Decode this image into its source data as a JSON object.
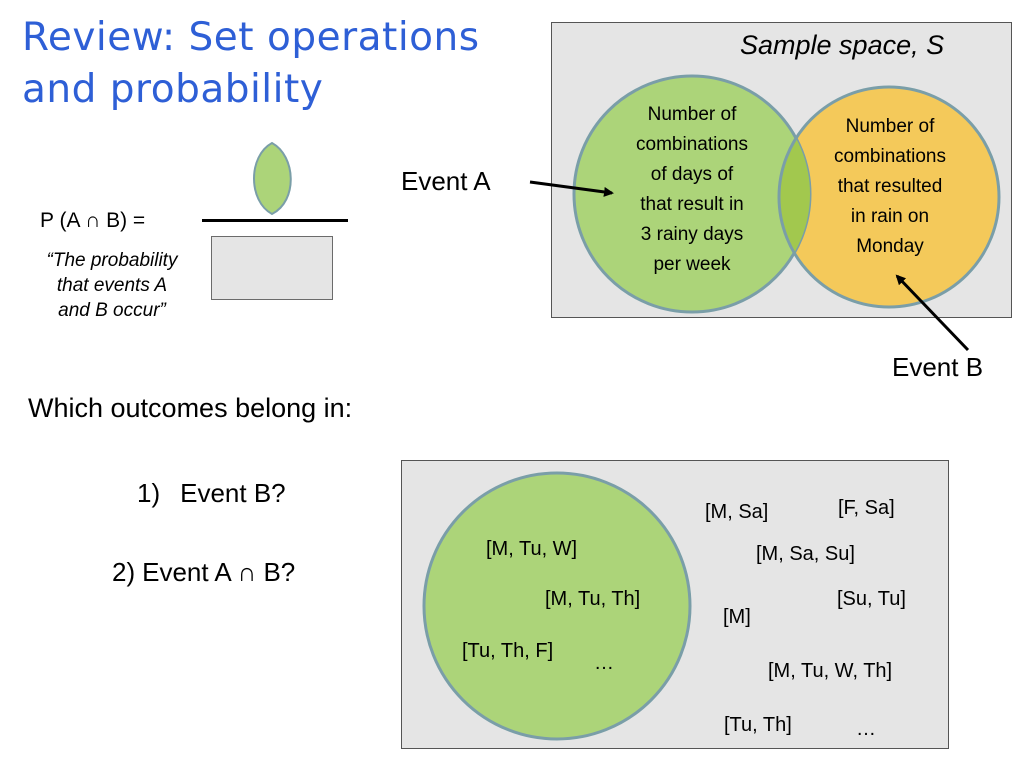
{
  "title": {
    "line1": "Review: Set operations",
    "line2": "and probability"
  },
  "formula": {
    "label": "P (A ∩ B) =",
    "quote_lines": [
      "“The probability",
      "that events A",
      "and B occur”"
    ]
  },
  "sample_space": {
    "label": "Sample space, S",
    "event_a": {
      "label": "Event A",
      "description_lines": [
        "Number of",
        "combinations",
        "of days of",
        "that result in",
        "3 rainy days",
        "per week"
      ]
    },
    "event_b": {
      "label": "Event B",
      "description_lines": [
        "Number of",
        "combinations",
        "that resulted",
        "in rain on",
        "Monday"
      ]
    }
  },
  "question": {
    "prompt": "Which outcomes belong in:",
    "items": [
      {
        "number": "1)",
        "text": "Event B?"
      },
      {
        "number": "2)",
        "text": "Event A ∩ B?"
      }
    ]
  },
  "outcomes": {
    "inside_circle": [
      "[M, Tu, W]",
      "[M, Tu, Th]",
      "[Tu, Th, F]",
      "…"
    ],
    "outside_circle": [
      "[M, Sa]",
      "[F, Sa]",
      "[M, Sa, Su]",
      "[Su, Tu]",
      "[M]",
      "[M, Tu, W, Th]",
      "[Tu, Th]",
      "…"
    ]
  },
  "colors": {
    "title": "#2e5fd6",
    "event_a_fill": "#acd479",
    "event_b_fill": "#f4c95a",
    "intersection_fill": "#a2c84e",
    "circle_stroke": "#7a9ea8",
    "box_fill": "#e5e5e5"
  }
}
